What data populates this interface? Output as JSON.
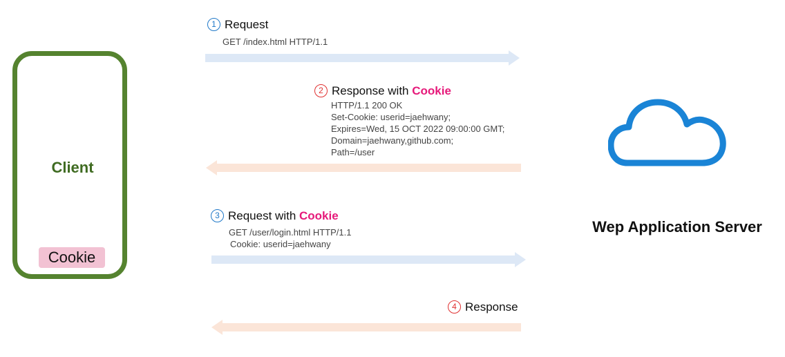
{
  "client": {
    "label": "Client",
    "cookie_label": "Cookie"
  },
  "steps": [
    {
      "number": "1",
      "title": "Request",
      "cookie_word": "",
      "details": [
        "GET /index.html HTTP/1.1"
      ],
      "direction": "client-to-server"
    },
    {
      "number": "2",
      "title": "Response with",
      "cookie_word": "Cookie",
      "details": [
        "HTTP/1.1 200 OK",
        "Set-Cookie: userid=jaehwany;",
        "Expires=Wed, 15 OCT 2022 09:00:00 GMT;",
        "Domain=jaehwany,github.com;",
        "Path=/user"
      ],
      "direction": "server-to-client"
    },
    {
      "number": "3",
      "title": "Request with",
      "cookie_word": "Cookie",
      "details": [
        "GET /user/login.html HTTP/1.1",
        "Cookie: userid=jaehwany"
      ],
      "direction": "client-to-server"
    },
    {
      "number": "4",
      "title": "Response",
      "cookie_word": "",
      "details": [],
      "direction": "server-to-client"
    }
  ],
  "server": {
    "label": "Wep Application Server",
    "icon": "cloud-icon"
  },
  "colors": {
    "client_border": "#55832f",
    "cookie_highlight": "#e6197a",
    "request_arrow": "#dde8f6",
    "response_arrow": "#fbe5d8",
    "step_number_blue": "#1f78c8",
    "step_number_red": "#e03030",
    "cloud": "#1a84d6"
  }
}
